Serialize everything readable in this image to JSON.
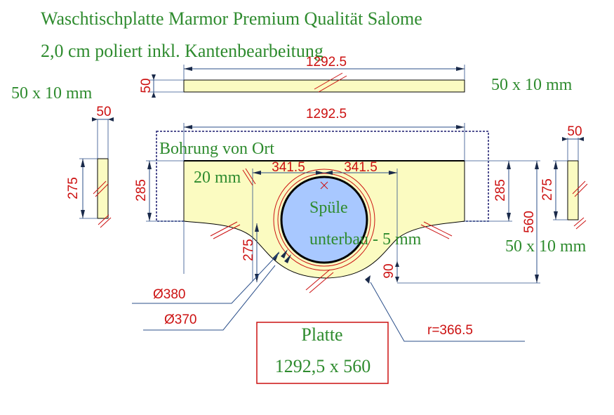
{
  "title": {
    "line1": "Waschtischplatte Marmor Premium Qualität Salome",
    "line2": "2,0 cm poliert inkl. Kantenbearbeitung"
  },
  "edge_labels": {
    "left": "50 x 10 mm",
    "top_right": "50 x 10 mm",
    "bottom_right": "50 x 10 mm"
  },
  "notes": {
    "drill": "Bohrung von Ort",
    "drill_size": "20 mm",
    "sink_line1": "Spüle",
    "sink_line2": "unterbau - 5 mm"
  },
  "dimensions": {
    "top_width": "1292.5",
    "top_thickness": "50",
    "plan_width": "1292.5",
    "left_half": "341.5",
    "right_half": "341.5",
    "left_depth": "285",
    "right_depth": "285",
    "total_depth": "560",
    "center_depth": "275",
    "bulge": "90",
    "dia_outer": "Ø380",
    "dia_inner": "Ø370",
    "radius": "r=366.5",
    "left_strip_width": "50",
    "left_strip_height": "275",
    "right_strip_width": "50",
    "right_strip_height": "275"
  },
  "plate_box": {
    "label": "Platte",
    "size": "1292,5 x 560"
  },
  "colors": {
    "slab_fill": "#fbfbc1",
    "sink_fill": "#a8c8ff",
    "text_green": "#2e8b2e",
    "dimension_red": "#cc1111",
    "line_blue": "#2b4f8a",
    "frame_navy": "#1a1a6e"
  }
}
